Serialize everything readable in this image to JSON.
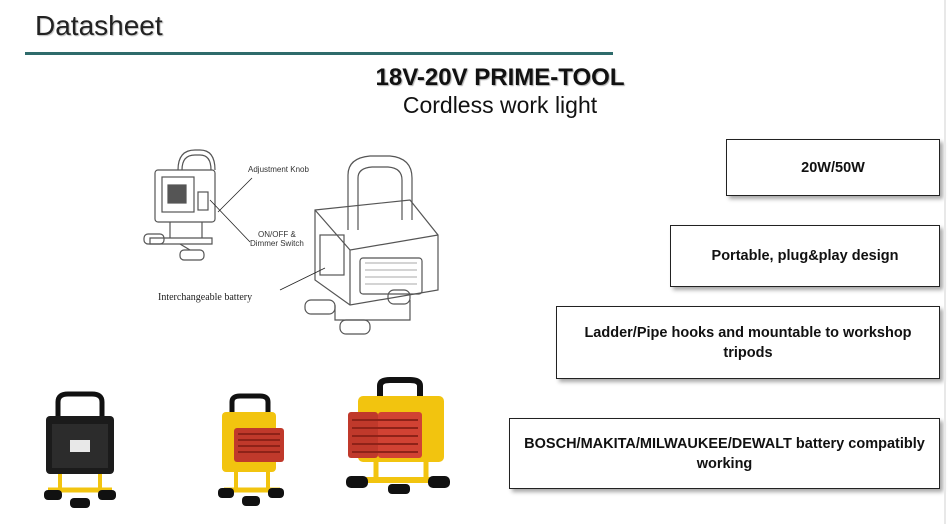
{
  "header": {
    "title": "Datasheet"
  },
  "product": {
    "title": "18V-20V PRIME-TOOL",
    "subtitle": "Cordless work light"
  },
  "diagram": {
    "labels": {
      "adjustment_knob": "Adjustment Knob",
      "on_off_line1": "ON/OFF &",
      "on_off_line2": "Dimmer Switch",
      "battery": "Interchangeable battery"
    }
  },
  "features": [
    {
      "text": "20W/50W"
    },
    {
      "text": "Portable, plug&play design"
    },
    {
      "text": "Ladder/Pipe hooks and mountable to workshop tripods"
    },
    {
      "text": "BOSCH/MAKITA/MILWAUKEE/DEWALT battery compatibly working"
    }
  ],
  "colors": {
    "accent_rule": "#2e6b6b",
    "stand_yellow": "#f2c40f",
    "battery_red": "#c0392b"
  }
}
